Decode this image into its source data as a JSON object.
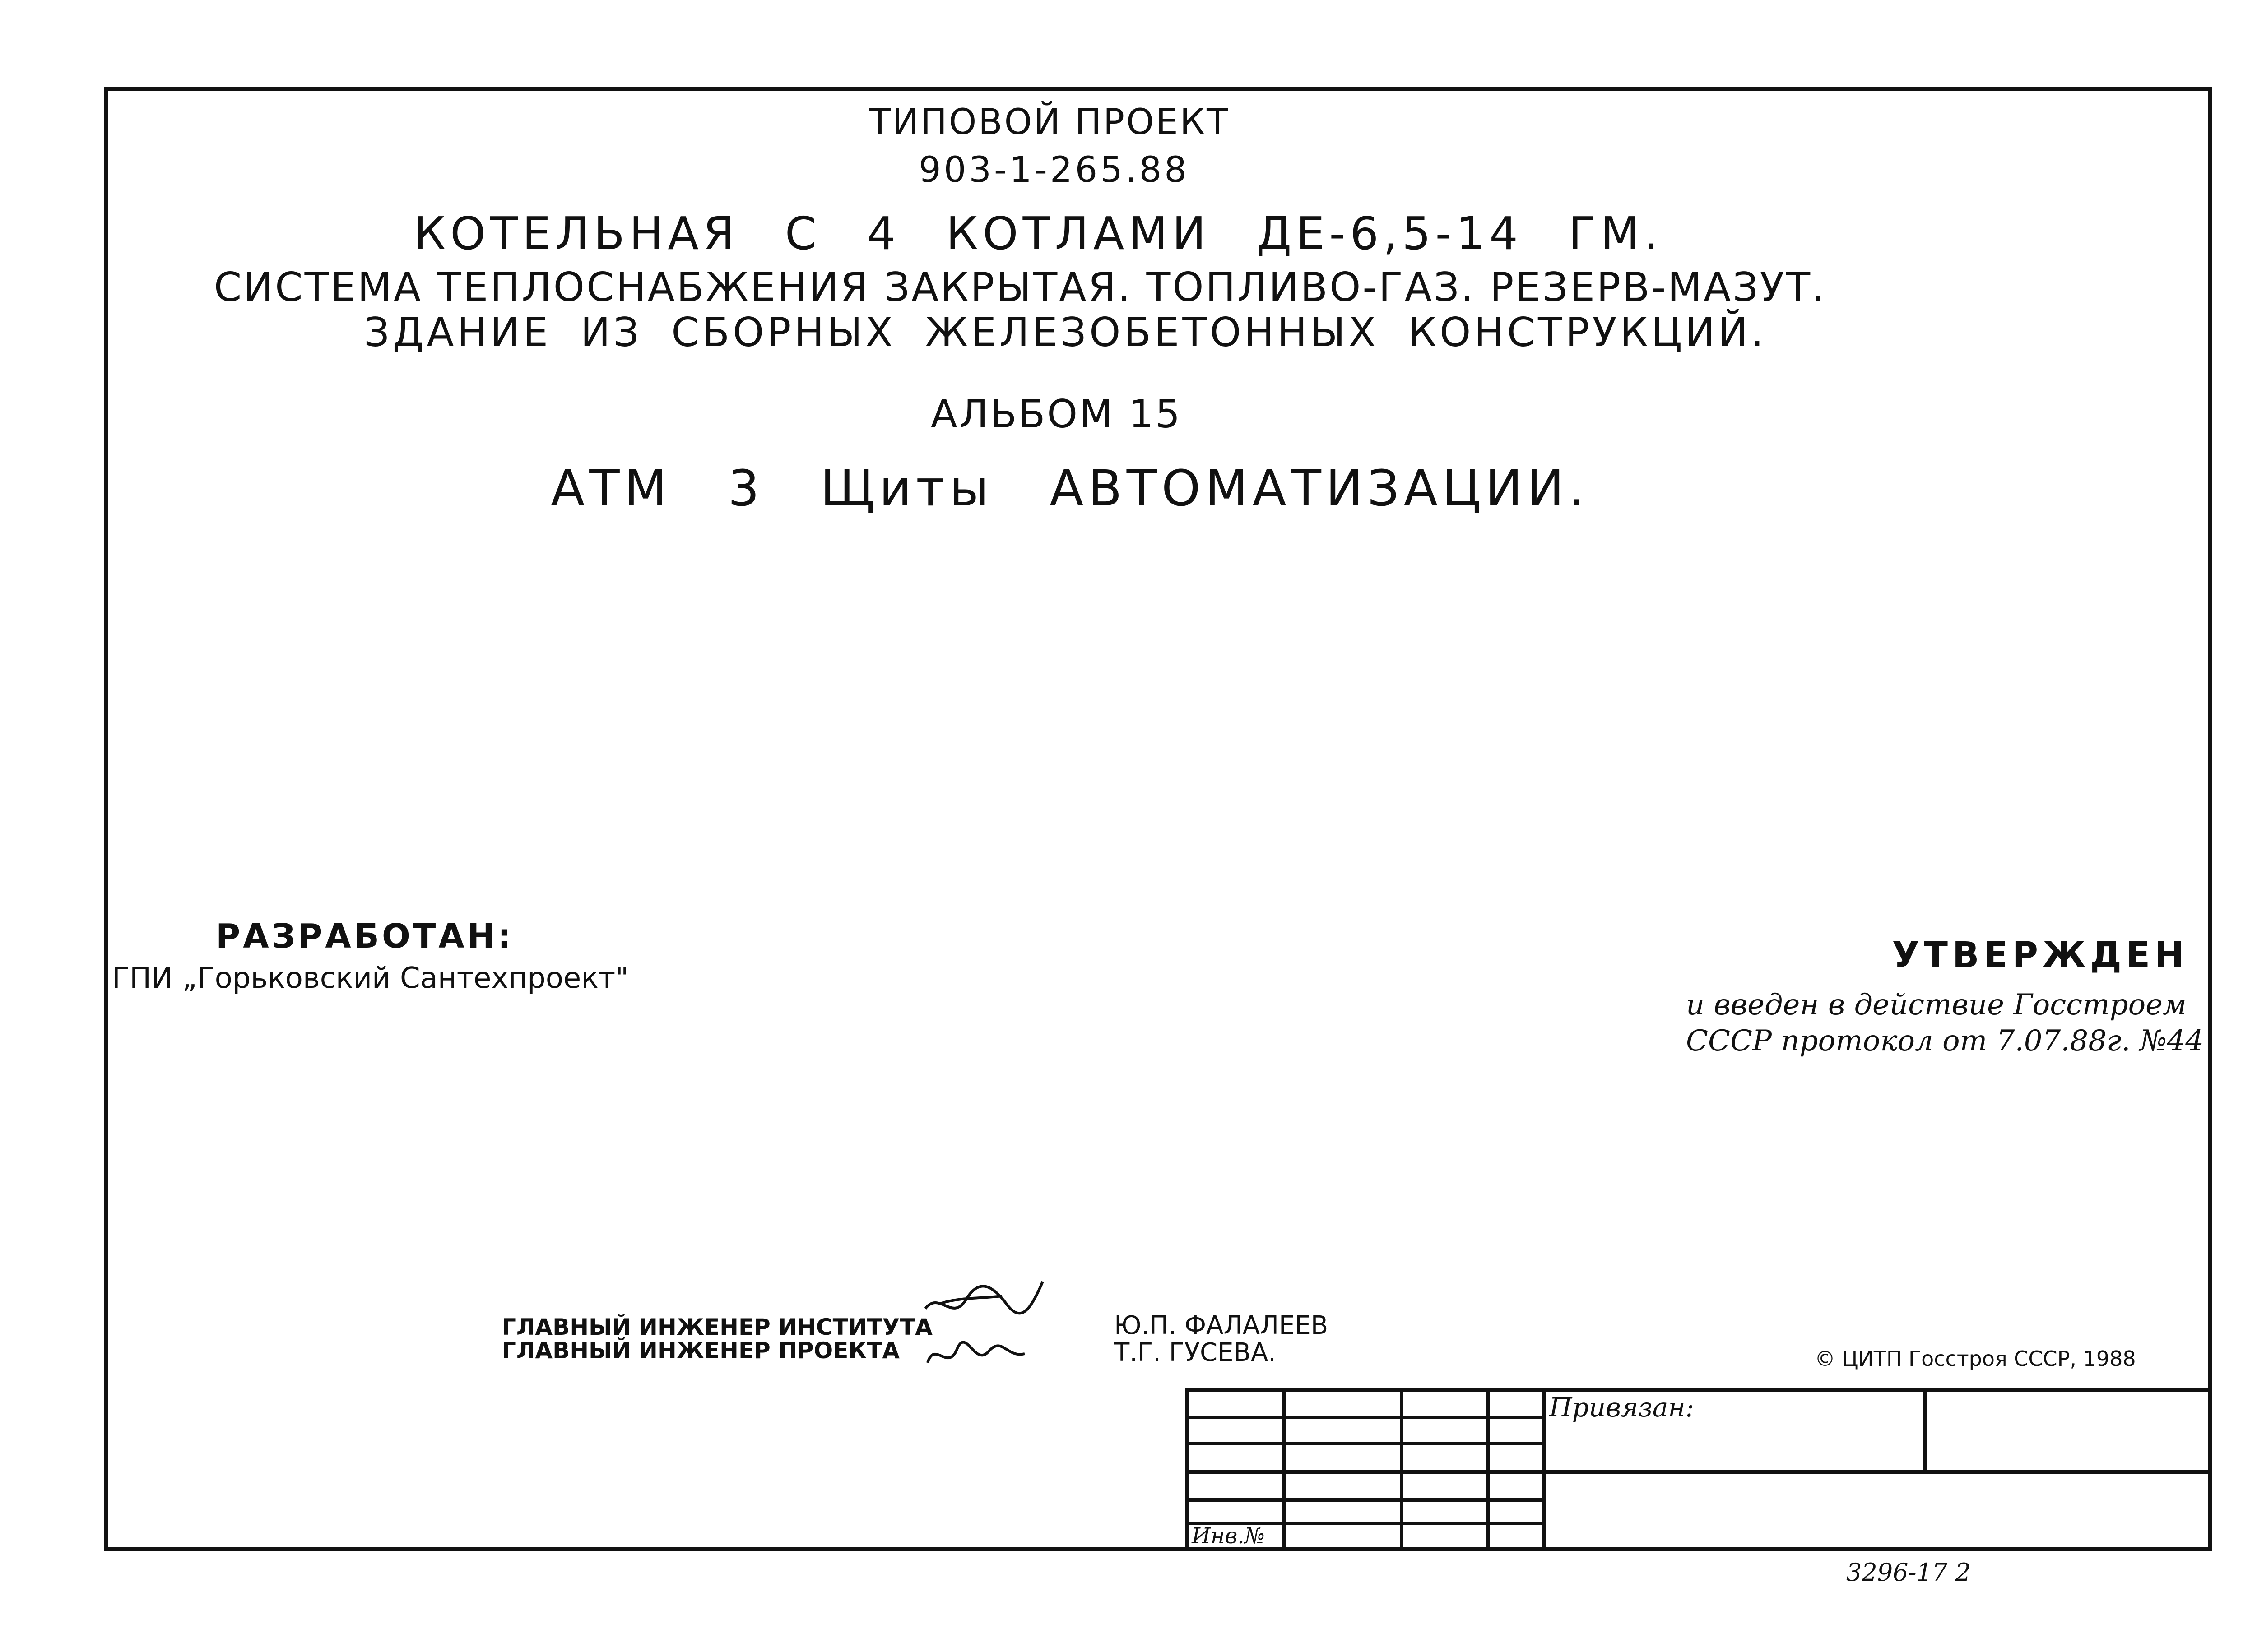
{
  "header": {
    "line1": "ТИПОВОЙ ПРОЕКТ",
    "line2": "903-1-265.88",
    "title1": "КОТЕЛЬНАЯ С 4 КОТЛАМИ ДЕ-6,5-14 ГМ.",
    "title2": "СИСТЕМА ТЕПЛОСНАБЖЕНИЯ ЗАКРЫТАЯ. ТОПЛИВО-ГАЗ. РЕЗЕРВ-МАЗУТ.",
    "title3": "ЗДАНИЕ ИЗ СБОРНЫХ ЖЕЛЕЗОБЕТОННЫХ КОНСТРУКЦИЙ.",
    "album": "АЛЬБОМ 15",
    "section": "АТМ 3 Щиты АВТОМАТИЗАЦИИ."
  },
  "developer": {
    "title": "РАЗРАБОТАН:",
    "org": "ГПИ „Горьковский Сантехпроект\""
  },
  "approval": {
    "title": "УТВЕРЖДЕН",
    "line1": "и введен в действие Госстроем",
    "line2": "СССР протокол от 7.07.88г. №44"
  },
  "signatures": {
    "role1": "ГЛАВНЫЙ ИНЖЕНЕР ИНСТИТУТА",
    "role2": "ГЛАВНЫЙ ИНЖЕНЕР ПРОЕКТА",
    "name1": "Ю.П. ФАЛАЛЕЕВ",
    "name2": "Т.Г. ГУСЕВА."
  },
  "copyright": "© ЦИТП Госстроя СССР, 1988",
  "stamp": {
    "privyazan": "Привязан:",
    "inv": "Инв.№"
  },
  "sheet_number": "3296-17 2"
}
